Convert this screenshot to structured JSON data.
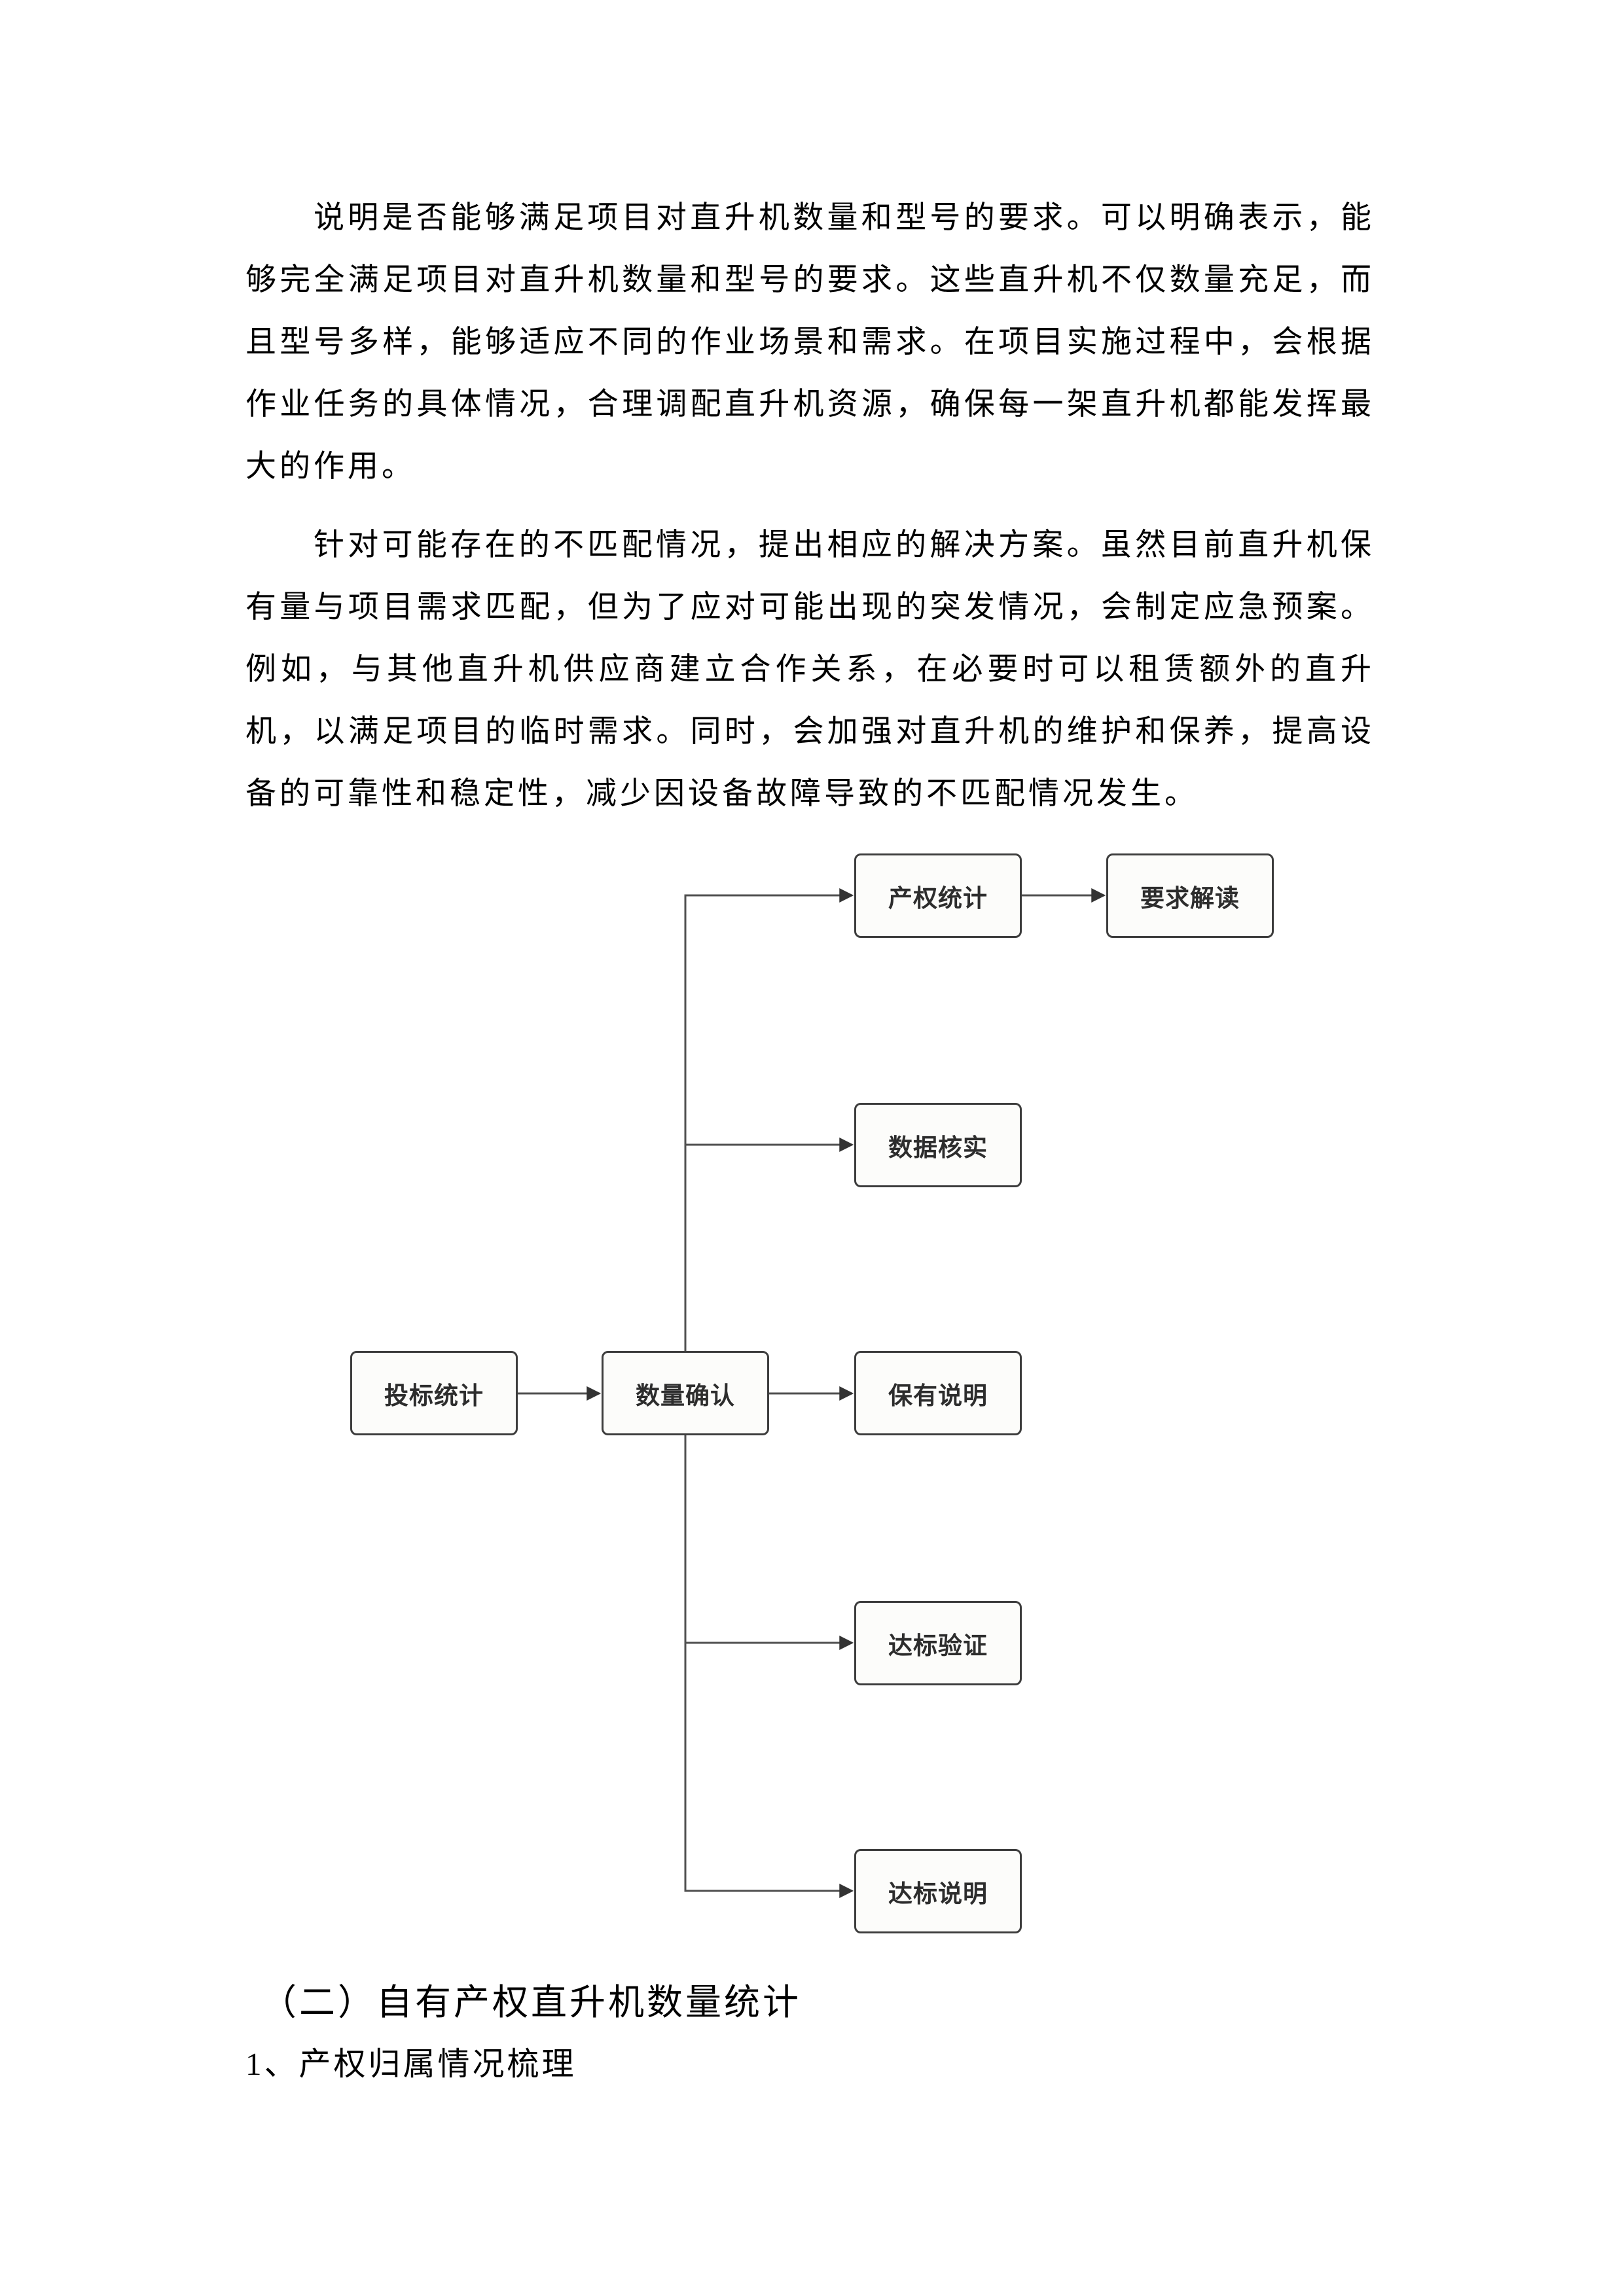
{
  "document": {
    "paragraphs": [
      "说明是否能够满足项目对直升机数量和型号的要求。可以明确表示，能够完全满足项目对直升机数量和型号的要求。这些直升机不仅数量充足，而且型号多样，能够适应不同的作业场景和需求。在项目实施过程中，会根据作业任务的具体情况，合理调配直升机资源，确保每一架直升机都能发挥最大的作用。",
      "针对可能存在的不匹配情况，提出相应的解决方案。虽然目前直升机保有量与项目需求匹配，但为了应对可能出现的突发情况，会制定应急预案。例如，与其他直升机供应商建立合作关系，在必要时可以租赁额外的直升机，以满足项目的临时需求。同时，会加强对直升机的维护和保养，提高设备的可靠性和稳定性，减少因设备故障导致的不匹配情况发生。"
    ],
    "heading_section": "（二）自有产权直升机数量统计",
    "heading_sub": "1、产权归属情况梳理"
  },
  "diagram": {
    "nodes": [
      {
        "id": "bid-statistics",
        "label": "投标统计"
      },
      {
        "id": "quantity-confirmation",
        "label": "数量确认"
      },
      {
        "id": "property-statistics",
        "label": "产权统计"
      },
      {
        "id": "requirement-interpretation",
        "label": "要求解读"
      },
      {
        "id": "data-verification",
        "label": "数据核实"
      },
      {
        "id": "holding-explanation",
        "label": "保有说明"
      },
      {
        "id": "compliance-verification",
        "label": "达标验证"
      },
      {
        "id": "compliance-explanation",
        "label": "达标说明"
      }
    ],
    "edges": [
      {
        "from": "投标统计",
        "to": "数量确认"
      },
      {
        "from": "数量确认",
        "to": "产权统计"
      },
      {
        "from": "产权统计",
        "to": "要求解读"
      },
      {
        "from": "数量确认",
        "to": "数据核实"
      },
      {
        "from": "数量确认",
        "to": "保有说明"
      },
      {
        "from": "数量确认",
        "to": "达标验证"
      },
      {
        "from": "数量确认",
        "to": "达标说明"
      }
    ]
  },
  "colors": {
    "page_bg": "#ffffff",
    "text_color": "#000000",
    "box_border": "#3d3d3d",
    "box_fill": "#fcfcfa",
    "node_text": "#2d2d2d",
    "connector_color": "#4f4f4f",
    "arrowhead_color": "#333333"
  }
}
